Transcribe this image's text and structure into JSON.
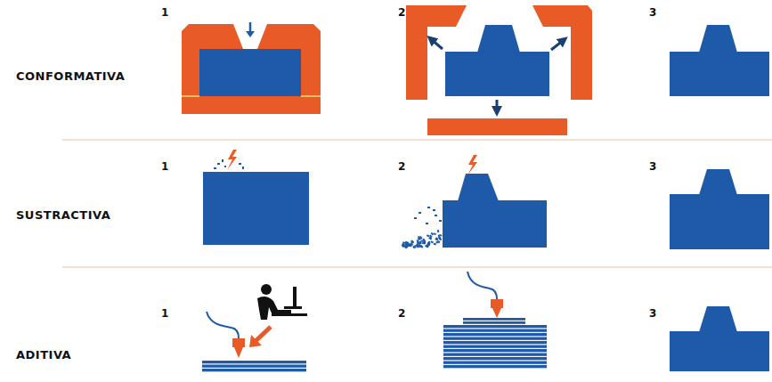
{
  "diagram": {
    "labels": [
      "CONFORMATIVA",
      "1",
      "2",
      "3",
      "SUSTRACTIVA",
      "1",
      "2",
      "3",
      "ADITIVA",
      "1",
      "2",
      "3"
    ]
  }
}
